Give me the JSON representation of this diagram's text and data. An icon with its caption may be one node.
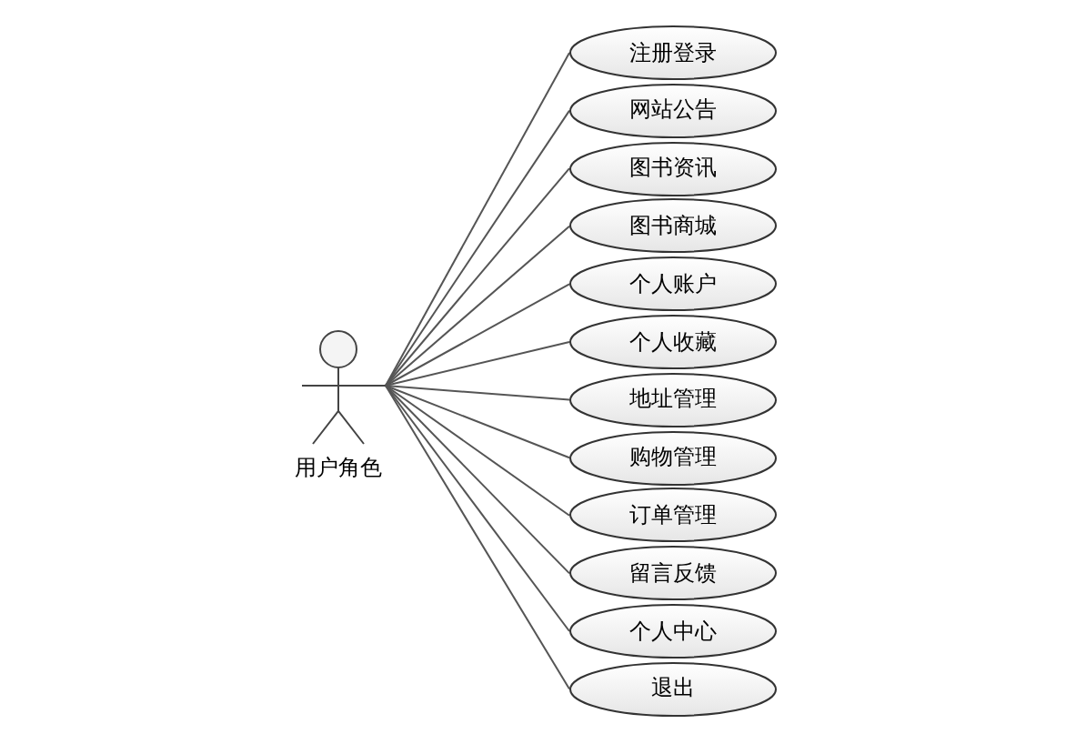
{
  "diagram": {
    "nodes": [
      {
        "text": [
          "用户角色"
        ]
      },
      {
        "text": [
          "注册登录"
        ]
      },
      {
        "text": [
          "网站公告"
        ]
      },
      {
        "text": [
          "图书资讯"
        ]
      },
      {
        "text": [
          "图书商城"
        ]
      },
      {
        "text": [
          "个人账户"
        ]
      },
      {
        "text": [
          "个人收藏"
        ]
      },
      {
        "text": [
          "地址管理"
        ]
      },
      {
        "text": [
          "购物管理"
        ]
      },
      {
        "text": [
          "订单管理"
        ]
      },
      {
        "text": [
          "留言反馈"
        ]
      },
      {
        "text": [
          "个人中心"
        ]
      },
      {
        "text": [
          "退出"
        ]
      }
    ],
    "edges": [
      {
        "from": 0,
        "to": 1,
        "arrow": "none"
      },
      {
        "from": 0,
        "to": 2,
        "arrow": "none"
      },
      {
        "from": 0,
        "to": 3,
        "arrow": "none"
      },
      {
        "from": 0,
        "to": 4,
        "arrow": "none"
      },
      {
        "from": 0,
        "to": 5,
        "arrow": "none"
      },
      {
        "from": 0,
        "to": 6,
        "arrow": "none"
      },
      {
        "from": 0,
        "to": 7,
        "arrow": "none"
      },
      {
        "from": 0,
        "to": 8,
        "arrow": "none"
      },
      {
        "from": 0,
        "to": 9,
        "arrow": "none"
      },
      {
        "from": 0,
        "to": 10,
        "arrow": "none"
      },
      {
        "from": 0,
        "to": 11,
        "arrow": "none"
      },
      {
        "from": 0,
        "to": 12,
        "arrow": "none"
      }
    ]
  }
}
